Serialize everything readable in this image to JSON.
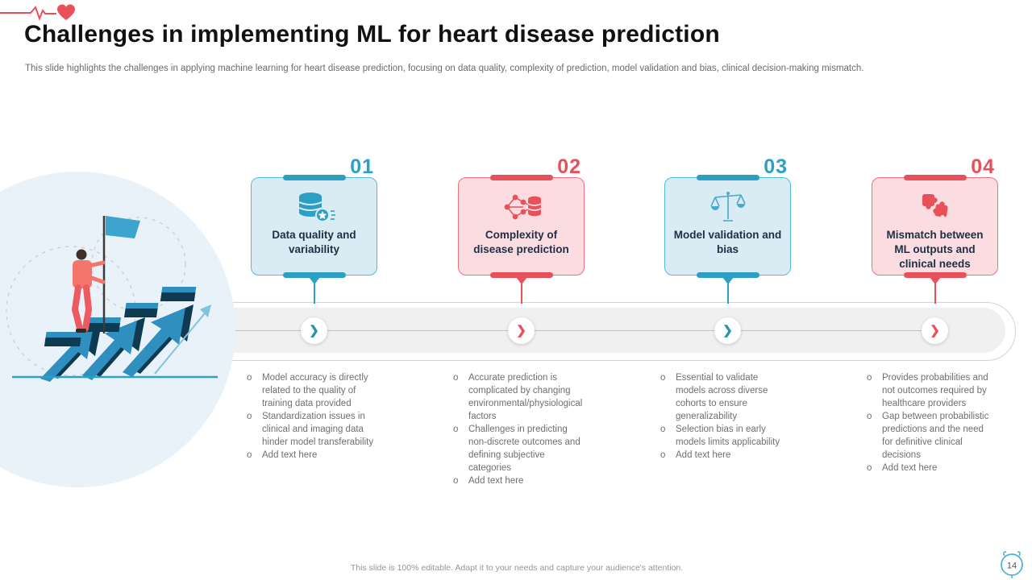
{
  "header": {
    "title": "Challenges in implementing ML for heart disease prediction",
    "subtitle": "This slide highlights the challenges in applying machine learning for heart disease prediction, focusing on data quality, complexity of prediction, model validation and bias, clinical decision-making mismatch."
  },
  "colors": {
    "blue_accent": "#2e9fc4",
    "red_accent": "#e8515a",
    "card_blue_bg": "#d9ecf3",
    "card_blue_border": "#53bcd9",
    "card_pink_bg": "#fbdde1",
    "card_pink_border": "#ef717e",
    "card_title_text": "#1c2f45",
    "body_text": "#6f6f6f"
  },
  "timeline": {
    "chevron_glyph": "❯"
  },
  "lists": {
    "marker": "o"
  },
  "cards": [
    {
      "number": "01",
      "theme": "blue",
      "icon": "database-quality-icon",
      "title": "Data quality and variability",
      "bullets": [
        "Model accuracy is directly related to the quality of training data provided",
        "Standardization issues in clinical and imaging data hinder model transferability",
        "Add text here"
      ]
    },
    {
      "number": "02",
      "theme": "red",
      "icon": "network-database-icon",
      "title": "Complexity of disease prediction",
      "bullets": [
        "Accurate prediction is complicated by changing environmental/physiological factors",
        "Challenges in predicting non-discrete outcomes and defining subjective categories",
        "Add text here"
      ]
    },
    {
      "number": "03",
      "theme": "blue",
      "icon": "balance-scale-icon",
      "title": "Model validation and bias",
      "bullets": [
        "Essential to validate models across diverse cohorts to ensure generalizability",
        "Selection bias in early models limits applicability",
        "Add text here"
      ]
    },
    {
      "number": "04",
      "theme": "red",
      "icon": "puzzle-pieces-icon",
      "title": "Mismatch between ML outputs and clinical needs",
      "bullets": [
        "Provides probabilities and not outcomes required by healthcare providers",
        "Gap between probabilistic predictions and the need for definitive clinical decisions",
        "Add text here"
      ]
    }
  ],
  "footer": {
    "note": "This slide is 100% editable. Adapt it to your needs and capture your audience's attention.",
    "page_number": "14"
  }
}
